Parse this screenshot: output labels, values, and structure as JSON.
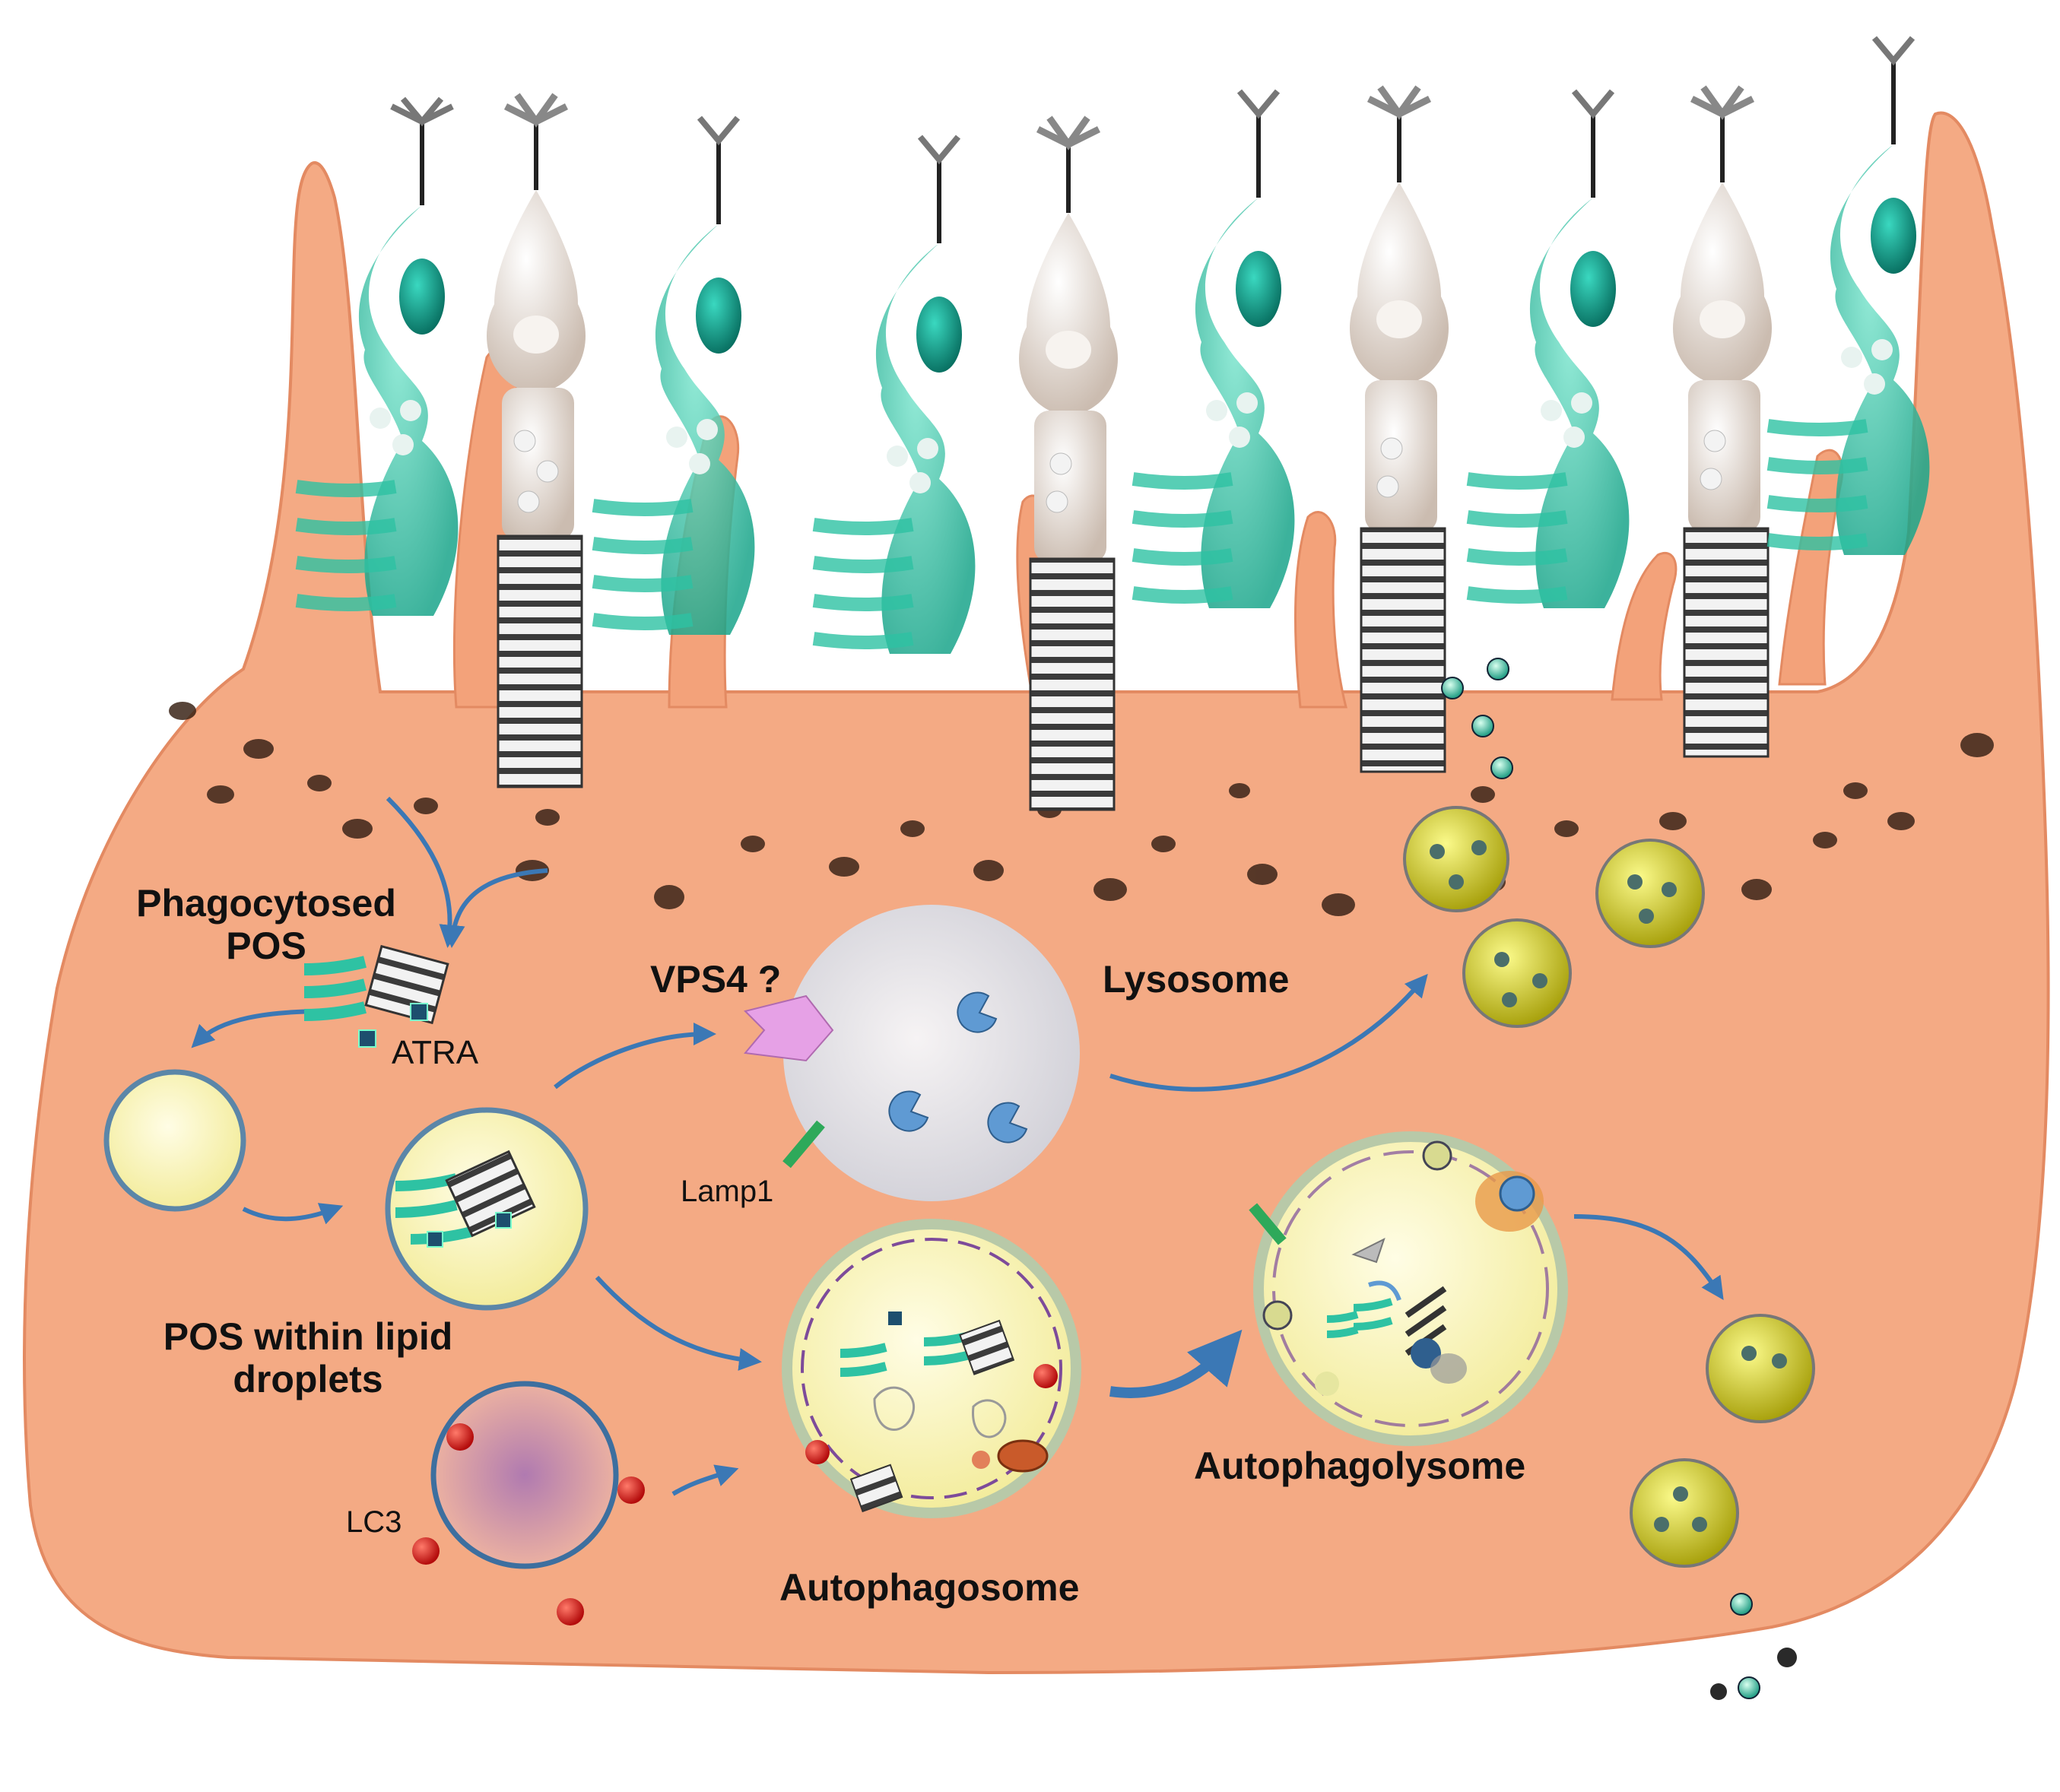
{
  "labels": {
    "phagocytosed_pos_line1": "Phagocytosed",
    "phagocytosed_pos_line2": "POS",
    "atra": "ATRA",
    "vps4": "VPS4 ?",
    "lysosome": "Lysosome",
    "lamp1": "Lamp1",
    "pos_lipid_line1": "POS within lipid",
    "pos_lipid_line2": "droplets",
    "lc3": "LC3",
    "autophagosome": "Autophagosome",
    "autophagolysome": "Autophagolysome"
  },
  "colors": {
    "cell_body": "#f4aa84",
    "cell_outline": "#e38a62",
    "rod_cell": "#2ec2a3",
    "cone_cell": "#e8ddd4",
    "arrow": "#3b78b5",
    "lysosome_fill": "#e6e8ef",
    "lipid_droplet": "#fbf6c4",
    "yellow_granule": "#e4e032",
    "lc3_dot": "#e01c1c",
    "vps4": "#e6a1e6",
    "lamp1": "#2ea95a",
    "melanosome": "#3b2418",
    "atra_square": "#1d4f6e"
  }
}
